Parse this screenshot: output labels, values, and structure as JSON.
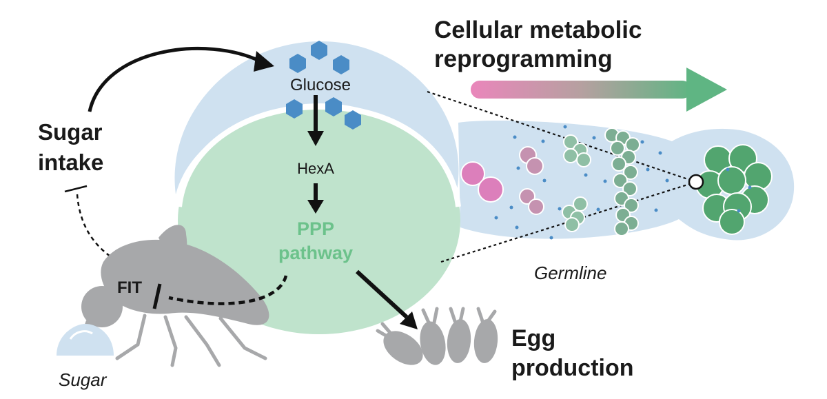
{
  "labels": {
    "title_line1": "Cellular metabolic",
    "title_line2": "reprogramming",
    "sugar_intake_line1": "Sugar",
    "sugar_intake_line2": "intake",
    "glucose": "Glucose",
    "hexa": "HexA",
    "ppp_line1": "PPP",
    "ppp_line2": "pathway",
    "fit": "FIT",
    "sugar": "Sugar",
    "germline": "Germline",
    "egg_line1": "Egg",
    "egg_line2": "production"
  },
  "colors": {
    "cell_outer": "#cfe1f0",
    "cell_inner": "#bfe3cc",
    "ppp_text": "#6cc28b",
    "glucose_hex": "#4a8cc6",
    "germ_green": "#7db59a",
    "germ_dark_green": "#4ea26e",
    "germ_pink": "#d983b9",
    "germ_mauve": "#c290ad",
    "gradient_start": "#e983b8",
    "gradient_end": "#5fb583",
    "fly_gray": "#a7a8aa",
    "text_dark": "#1a1a1a"
  }
}
